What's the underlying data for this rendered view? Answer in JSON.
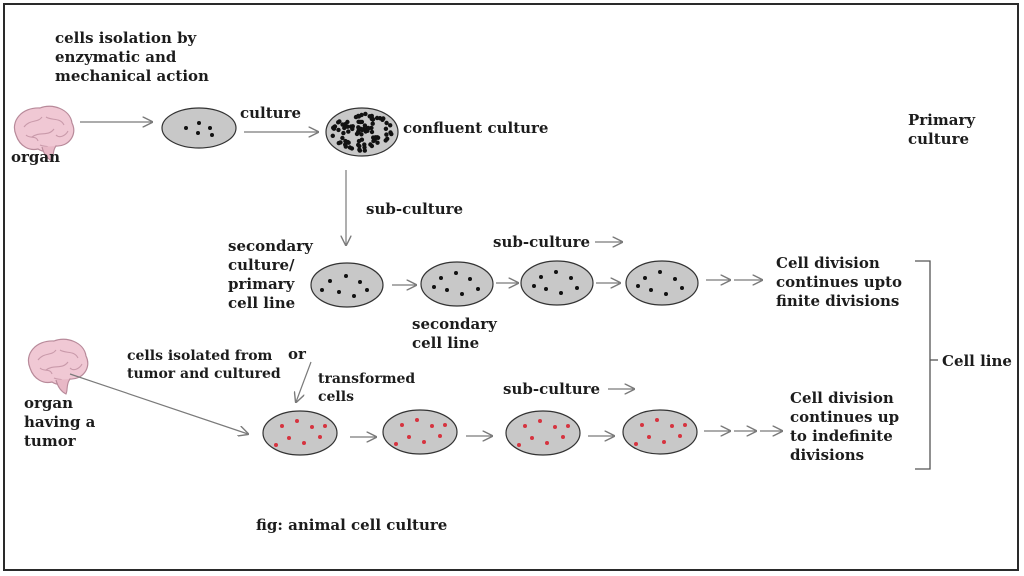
{
  "labels": {
    "isolation": "cells isolation by\nenzymatic and\nmechanical action",
    "organ": "organ",
    "culture": "culture",
    "confluent": "confluent culture",
    "primary_culture": "Primary\nculture",
    "subculture_1": "sub-culture",
    "secondary_culture": "secondary\nculture/\nprimary\ncell line",
    "subculture_2": "sub-culture",
    "secondary_cell_line": "secondary\ncell line",
    "finite": "Cell division\ncontinues upto\nfinite divisions",
    "organ_tumor": "organ\nhaving a\ntumor",
    "isolated_tumor": "cells isolated from\ntumor and cultured",
    "or": "or",
    "transformed": "transformed\ncells",
    "subculture_3": "sub-culture",
    "indefinite": "Cell division\ncontinues up\nto indefinite\ndivisions",
    "cell_line": "Cell line",
    "caption": "fig: animal cell culture"
  },
  "icons": {
    "organ": "brain-icon",
    "organ_tumor": "brain-icon"
  },
  "colors": {
    "dish_fill": "#c8c8c8",
    "normal_cell": "#111111",
    "tumor_cell": "#d6333f",
    "arrow": "#7a7a7a"
  }
}
